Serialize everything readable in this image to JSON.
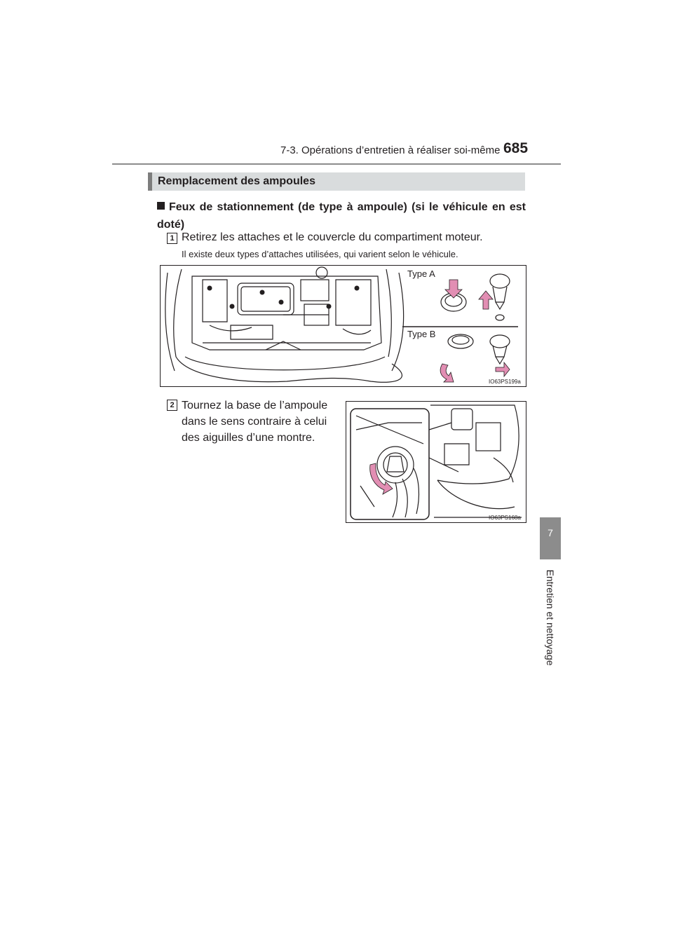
{
  "header": {
    "section": "7-3. Opérations d’entretien à réaliser soi-même",
    "page_number": "685"
  },
  "side_tab": {
    "chapter": "7",
    "label": "Entretien et nettoyage"
  },
  "section_title": "Remplacement des ampoules",
  "subheading": "Feux de stationnement (de type à ampoule) (si le véhicule en est doté)",
  "steps": [
    {
      "number": "1",
      "text": "Retirez les attaches et le couvercle du compartiment moteur.",
      "note": "Il existe deux types d’attaches utilisées, qui varient selon le véhicule."
    },
    {
      "number": "2",
      "text": "Tournez la base de l’ampoule dans le sens contraire à celui des aiguilles d’une montre."
    }
  ],
  "figures": {
    "fig1": {
      "code": "IO63PS199a",
      "type_a_label": "Type A",
      "type_b_label": "Type B"
    },
    "fig2": {
      "code": "IO63PS168a"
    }
  },
  "colors": {
    "arrow_pink": "#e28eb3",
    "tab_gray": "#8c8c8c",
    "section_bar": "#d9dcdd"
  }
}
